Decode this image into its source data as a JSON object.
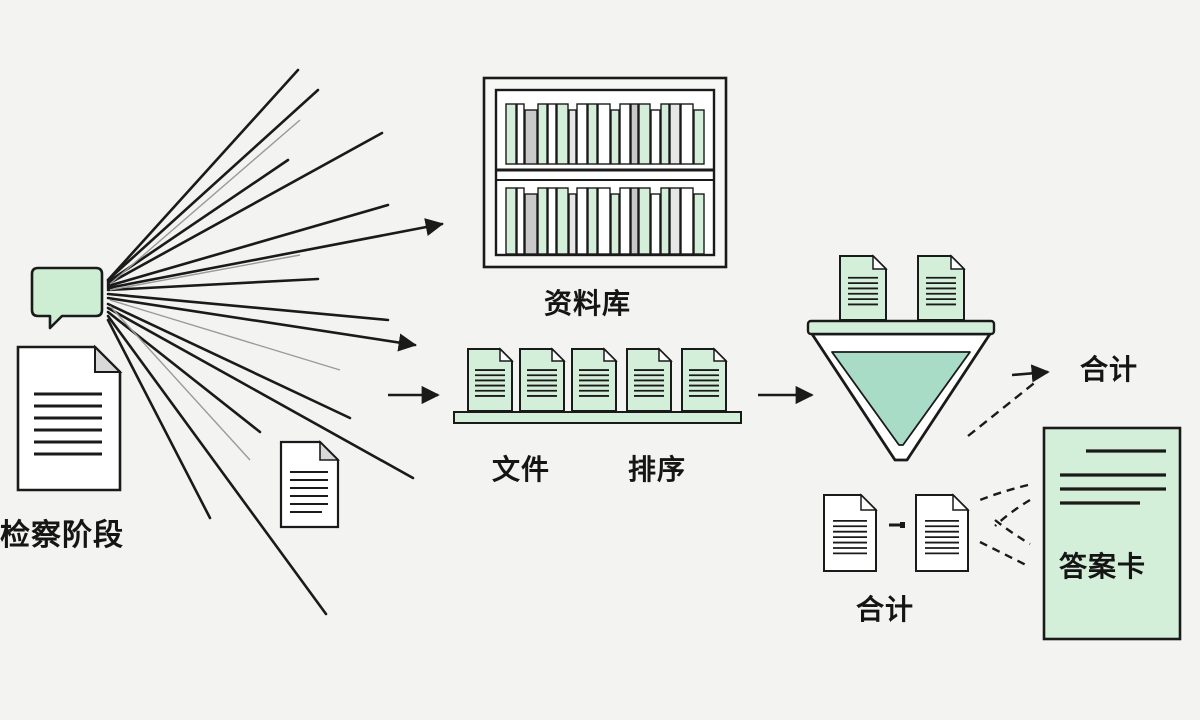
{
  "labels": {
    "retrieval_stage": "检察阶段",
    "knowledge_base": "资料库",
    "documents": "文件",
    "ranking": "排序",
    "total_top": "合计",
    "total_bottom": "合计",
    "answer_card": "答案卡"
  },
  "colors": {
    "accent_green": "#d4efd9",
    "funnel_fill": "#a9dcc6",
    "ink": "#1a1a1a",
    "background": "#f3f3f1"
  },
  "icons": [
    "speech-bubble-icon",
    "document-icon",
    "bookshelf-icon",
    "funnel-icon",
    "answer-card-icon",
    "arrow-icon"
  ]
}
